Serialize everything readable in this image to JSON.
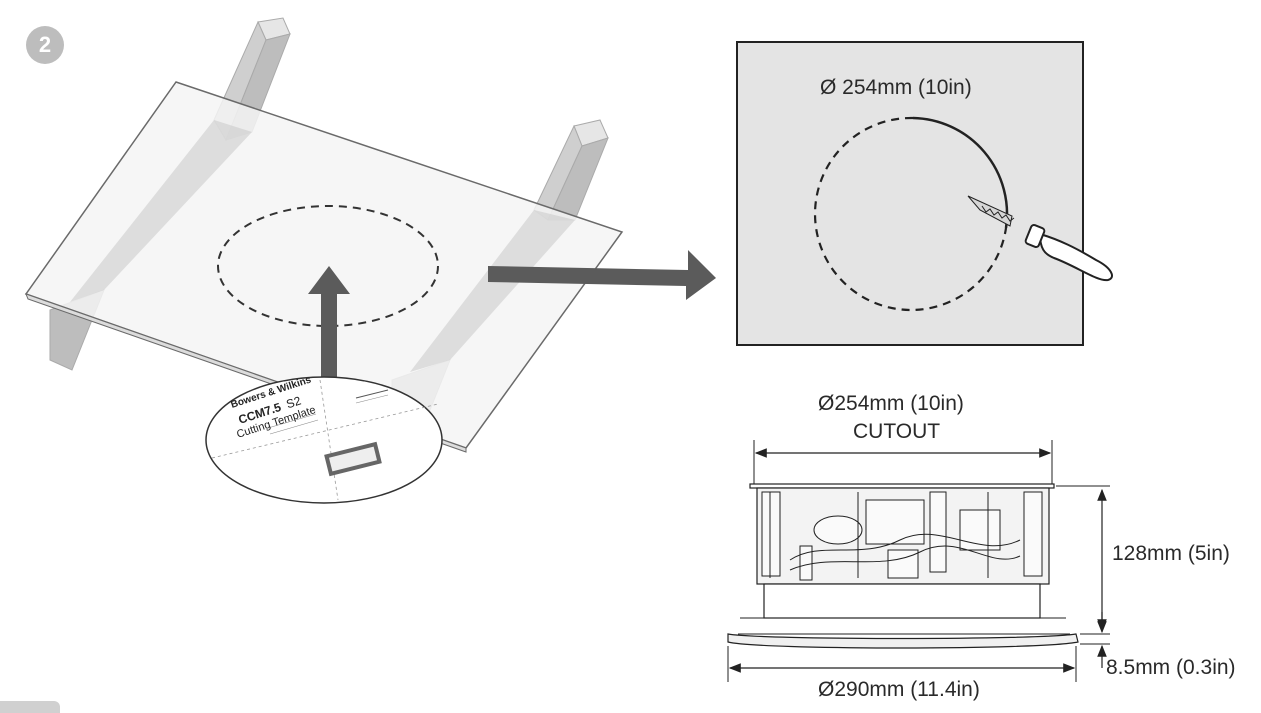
{
  "step_number": "2",
  "template_card": {
    "brand": "Bowers & Wilkins",
    "model_bold": "CCM7.5",
    "model_suffix": "S2",
    "title": "Cutting Template"
  },
  "cut_panel": {
    "diameter_label": "Ø 254mm (10in)"
  },
  "dimensions": {
    "cutout_line1": "Ø254mm (10in)",
    "cutout_line2": "CUTOUT",
    "height": "128mm (5in)",
    "bezel_thickness": "8.5mm (0.3in)",
    "outer_diameter": "Ø290mm (11.4in)"
  },
  "colors": {
    "joist": "#c9c9c9",
    "panel_bg": "#e4e4e4",
    "arrow": "#5b5b5b",
    "line": "#222222"
  }
}
